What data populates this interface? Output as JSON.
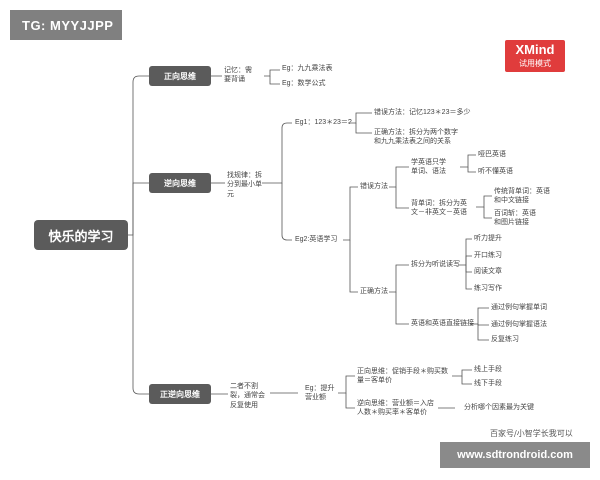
{
  "tag": "TG: MYYJJPP",
  "logo": {
    "name": "XMind",
    "sub": "试用模式",
    "color": "#e03c3c"
  },
  "root": "快乐的学习",
  "branches": {
    "positive": {
      "title": "正向思维",
      "memory": "记忆：需\n要背诵",
      "eg1": "Eg：九九乘法表",
      "eg2": "Eg：数学公式"
    },
    "reverse": {
      "title": "逆向思维",
      "method": "找规律：拆\n分到最小单\n元",
      "eg1": "Eg1：123＊23＝?",
      "eg1_wrong": "错误方法：记忆123＊23＝多少",
      "eg1_right": "正确方法：拆分为两个数字\n和九九乘法表之间的关系",
      "eg2": "Eg2:英语学习",
      "wrong_method": "错误方法",
      "learn_english": "学英语只学\n单词、语法",
      "mute_english": "哑巴英语",
      "deaf_english": "听不懂英语",
      "memorize_words": "背单词：拆分为英\n文－非英文－英语",
      "traditional": "传统背单词：英语\n和中文链接",
      "baicizhan": "百词斩：英语\n和图片链接",
      "right_method": "正确方法",
      "split_skills": "拆分为听说读写",
      "listening": "听力提升",
      "speaking": "开口练习",
      "reading": "阅读文章",
      "writing": "练习写作",
      "direct_link": "英语和英语直接链接",
      "example_words": "通过例句掌握单词",
      "example_grammar": "通过例句掌握语法",
      "repeat": "反复练习"
    },
    "both": {
      "title": "正逆向思维",
      "note": "二者不割\n裂，通常会\n反复使用",
      "eg": "Eg：提升\n营业额",
      "forward": "正向思维：促销手段＊购买数\n量＝客单价",
      "online": "线上手段",
      "offline": "线下手段",
      "backward": "逆向思维：营业额＝入店\n人数＊购买率＊客单价",
      "analyze": "分析哪个因素最为关键"
    }
  },
  "source": "百家号/小智学长我可以",
  "watermark": "www.sdtrondroid.com"
}
